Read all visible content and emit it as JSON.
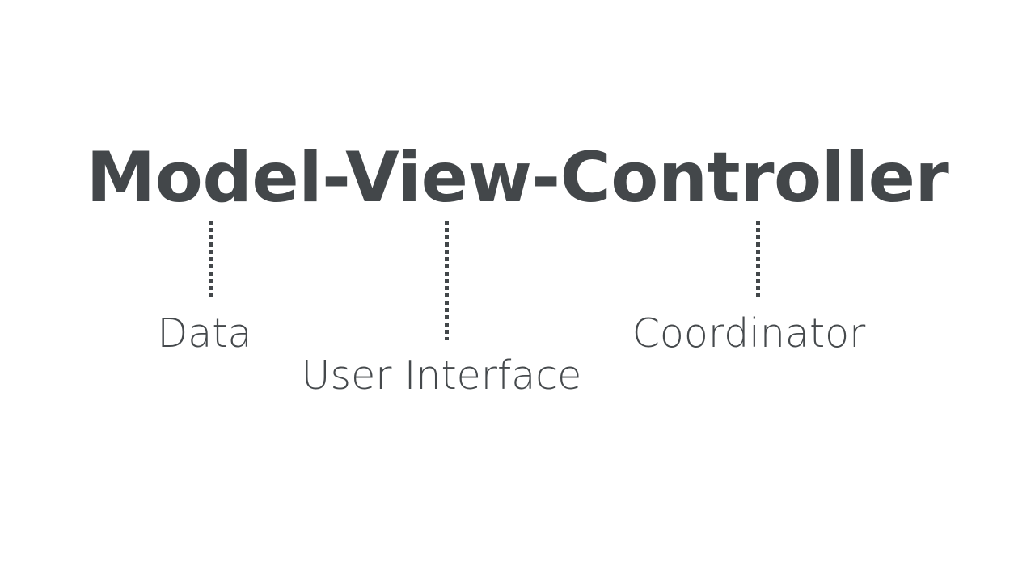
{
  "slide": {
    "background_color": "#ffffff",
    "text_color": "#43474a",
    "title": "Model-View-Controller",
    "title_parts": [
      "Model",
      "View",
      "Controller"
    ],
    "separator": "-"
  },
  "connectors": [
    {
      "name": "model",
      "style": "dotted-vertical",
      "color": "#43474a",
      "from_title_part": "Model",
      "to_label": "Data"
    },
    {
      "name": "view",
      "style": "dotted-vertical",
      "color": "#43474a",
      "from_title_part": "View",
      "to_label": "User Interface"
    },
    {
      "name": "controller",
      "style": "dotted-vertical",
      "color": "#43474a",
      "from_title_part": "Controller",
      "to_label": "Coordinator"
    }
  ],
  "labels": {
    "model": "Data",
    "view": "User Interface",
    "controller": "Coordinator"
  }
}
